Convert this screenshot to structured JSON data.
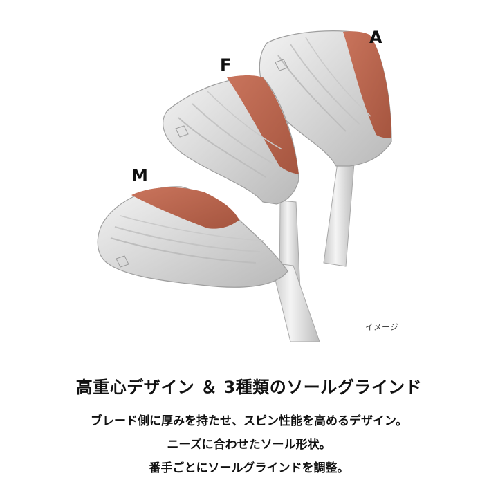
{
  "image_note": "イメージ",
  "grind_labels": {
    "a": "A",
    "f": "F",
    "m": "M"
  },
  "headline": "高重心デザイン ＆ 3種類のソールグラインド",
  "description_lines": [
    "ブレード側に厚みを持たせ、スピン性能を高めるデザイン。",
    "ニーズに合わせたソール形状。",
    "番手ごとにソールグラインドを調整。"
  ],
  "colors": {
    "sole_highlight": "#b8644e",
    "club_metal": "#dcdcdc"
  }
}
